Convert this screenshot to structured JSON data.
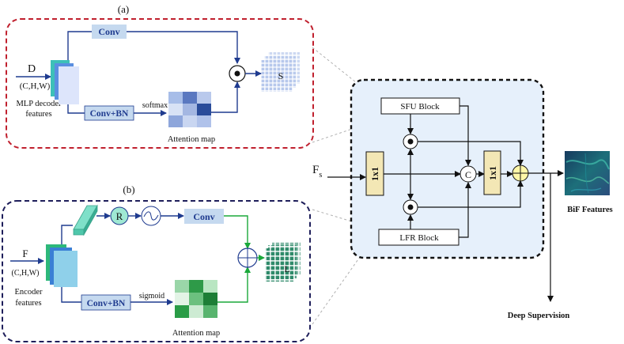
{
  "panel_a": {
    "tag": "(a)",
    "input_letter": "D",
    "input_dims": "(C,H,W)",
    "input_caption_1": "MLP decoder",
    "input_caption_2": "features",
    "conv_label": "Conv",
    "convbn_label": "Conv+BN",
    "activation_label": "softmax",
    "attention_caption": "Attention map",
    "output_letter": "S",
    "dot_symbol": "•",
    "accent_color": "#c0202e"
  },
  "panel_b": {
    "tag": "(b)",
    "input_letter": "F",
    "input_dims": "(C,H,W)",
    "input_caption_1": "Encoder",
    "input_caption_2": "features",
    "reshape_symbol": "R",
    "conv_label": "Conv",
    "convbn_label": "Conv+BN",
    "activation_label": "sigmoid",
    "attention_caption": "Attention map",
    "output_letter": "L",
    "accent_color": "#1e1e5a"
  },
  "main": {
    "input_letter": "F",
    "input_subscript": "s",
    "sfu_label": "SFU Block",
    "lfr_label": "LFR Block",
    "conv1x1_label": "1x1",
    "concat_symbol": "C",
    "output_caption": "BiF Features",
    "supervision_caption": "Deep Supervision",
    "panel_fill": "#e6f0fb"
  }
}
